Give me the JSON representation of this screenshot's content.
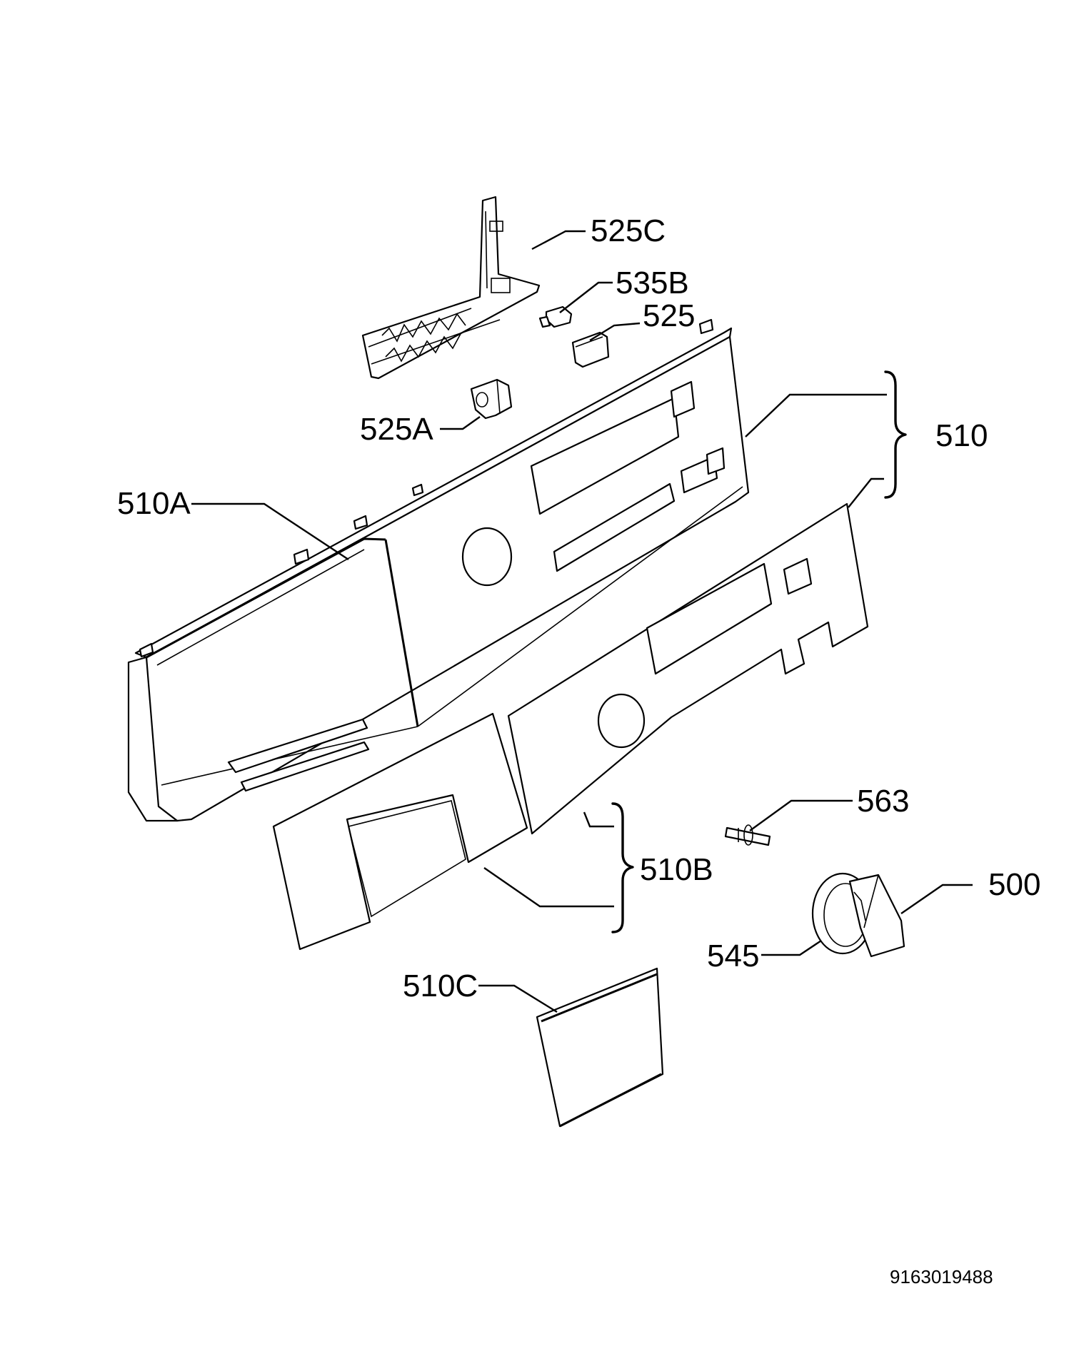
{
  "callouts": {
    "c525C": "525C",
    "c535B": "535B",
    "c525": "525",
    "c525A": "525A",
    "c510": "510",
    "c510A": "510A",
    "c563": "563",
    "c510B": "510B",
    "c500": "500",
    "c545": "545",
    "c510C": "510C"
  },
  "document_number": "9163019488",
  "colors": {
    "line": "#000000",
    "background": "#ffffff"
  }
}
